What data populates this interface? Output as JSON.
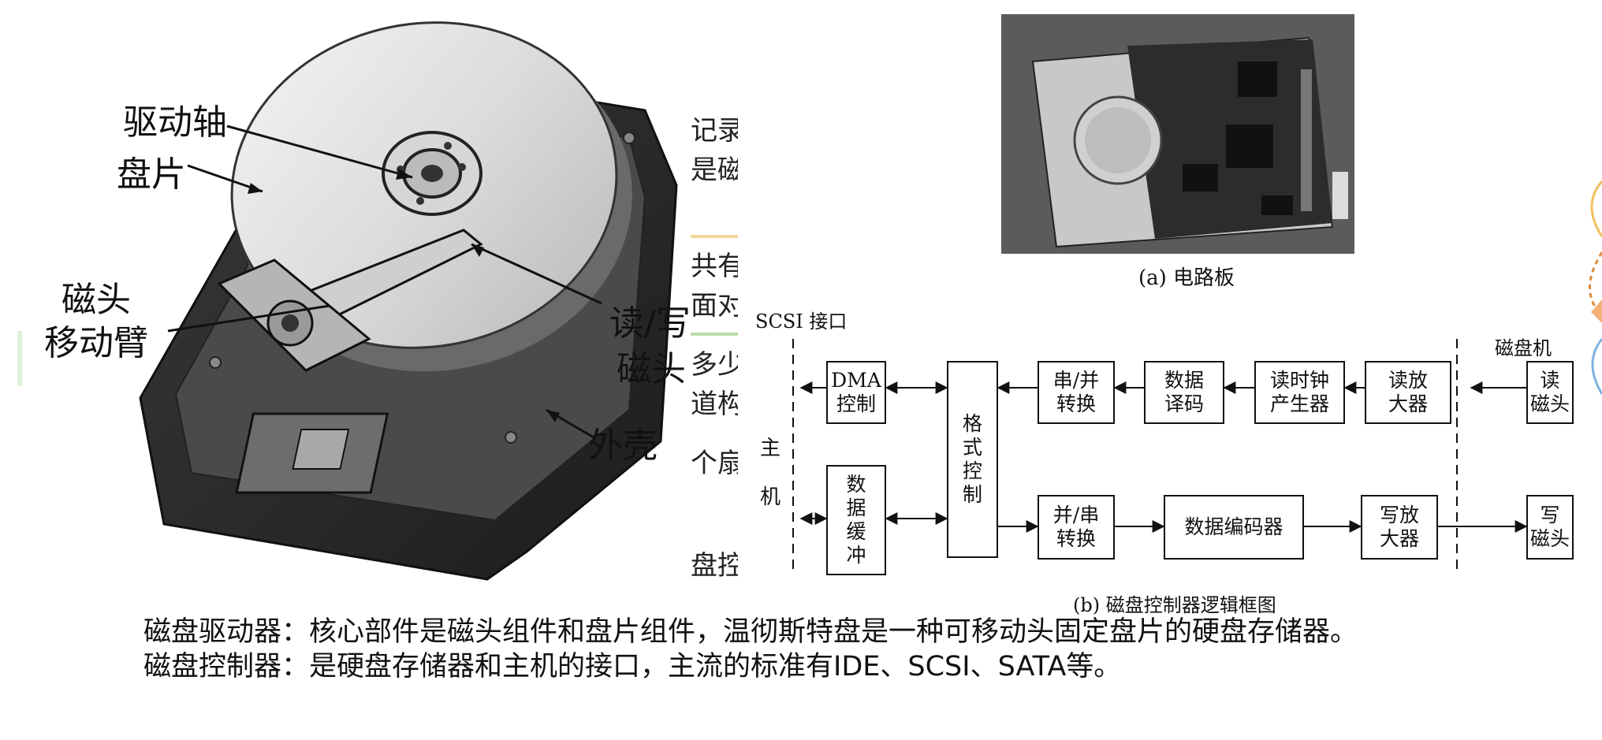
{
  "hdd_figure": {
    "labels": {
      "spindle": "驱动轴",
      "platter": "盘片",
      "head_arm_line1": "磁头",
      "head_arm_line2": "移动臂",
      "rw_head_line1": "读/写",
      "rw_head_line2": "磁头",
      "case": "外壳"
    }
  },
  "background_fragments": [
    "记录",
    "是磁",
    "共有",
    "面对",
    "多少",
    "道构",
    "个扇",
    "盘控"
  ],
  "pcb_caption": "(a) 电路板",
  "controller_diagram": {
    "caption": "(b) 磁盘控制器逻辑框图",
    "scsi_label": "SCSI 接口",
    "host_label_1": "主",
    "host_label_2": "机",
    "drive_label": "磁盘机",
    "blocks": {
      "dma": "DMA\n控制",
      "buffer": "数\n据\n缓\n冲",
      "format": "格\n式\n控\n制",
      "sp_convert": "串/并\n转换",
      "decode": "数据\n译码",
      "read_clock": "读时钟\n产生器",
      "read_amp": "读放\n大器",
      "read_head": "读\n磁头",
      "ps_convert": "并/串\n转换",
      "encoder": "数据编码器",
      "write_amp": "写放\n大器",
      "write_head": "写\n磁头"
    }
  },
  "caption": {
    "line1": "磁盘驱动器：核心部件是磁头组件和盘片组件，温彻斯特盘是一种可移动头固定盘片的硬盘存储器。",
    "line2": "磁盘控制器：是硬盘存储器和主机的接口，主流的标准有IDE、SCSI、SATA等。"
  }
}
